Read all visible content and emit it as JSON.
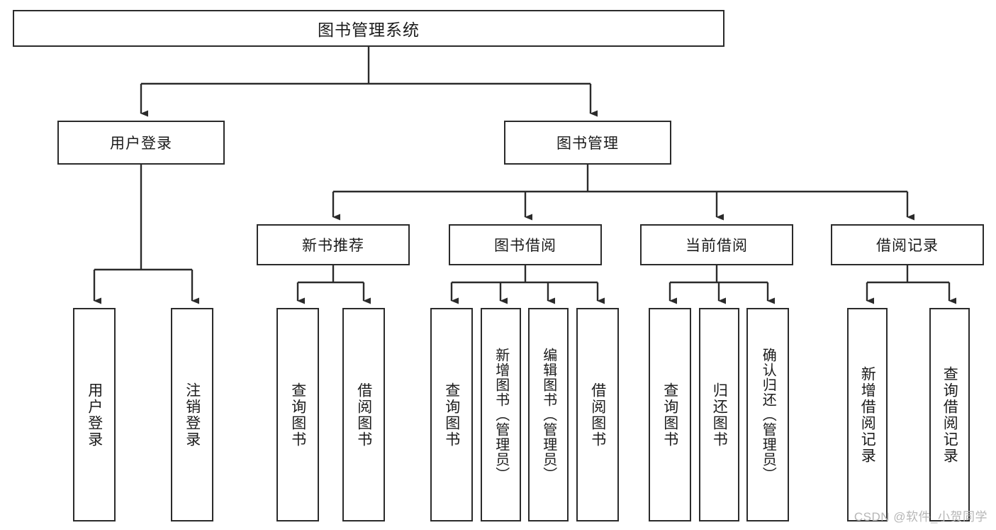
{
  "diagram": {
    "title": "图书管理系统",
    "type": "functional-structure-tree",
    "root": {
      "label": "图书管理系统"
    },
    "level2": [
      {
        "label": "用户登录"
      },
      {
        "label": "图书管理"
      }
    ],
    "level3": [
      {
        "label": "新书推荐"
      },
      {
        "label": "图书借阅"
      },
      {
        "label": "当前借阅"
      },
      {
        "label": "借阅记录"
      }
    ],
    "leaves": {
      "user_login": [
        {
          "label": "用户登录"
        },
        {
          "label": "注销登录"
        }
      ],
      "new_book_recommend": [
        {
          "label": "查询图书"
        },
        {
          "label": "借阅图书"
        }
      ],
      "book_borrow": [
        {
          "label": "查询图书"
        },
        {
          "label": "新增图书（管理员）"
        },
        {
          "label": "编辑图书（管理员）"
        },
        {
          "label": "借阅图书"
        }
      ],
      "current_borrow": [
        {
          "label": "查询图书"
        },
        {
          "label": "归还图书"
        },
        {
          "label": "确认归还（管理员）"
        }
      ],
      "borrow_record": [
        {
          "label": "新增借阅记录"
        },
        {
          "label": "查询借阅记录"
        }
      ]
    }
  },
  "watermark": {
    "text": "CSDN @软件_小贺同学"
  },
  "colors": {
    "stroke": "#2b2b2b",
    "background": "#ffffff",
    "text": "#1b1b1b",
    "watermark": "#b6b6b6"
  }
}
